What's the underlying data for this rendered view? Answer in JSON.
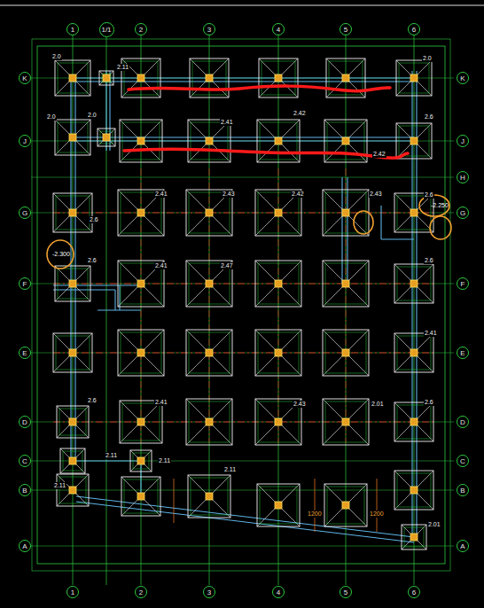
{
  "diagram": {
    "nodes": [
      {
        "text": [
          "1"
        ]
      },
      {
        "text": [
          "1/1"
        ]
      },
      {
        "text": [
          "2"
        ]
      },
      {
        "text": [
          "3"
        ]
      },
      {
        "text": [
          "4"
        ]
      },
      {
        "text": [
          "5"
        ]
      },
      {
        "text": [
          "6"
        ]
      },
      {
        "text": [
          "K"
        ]
      },
      {
        "text": [
          "J"
        ]
      },
      {
        "text": [
          "G"
        ]
      },
      {
        "text": [
          "F"
        ]
      },
      {
        "text": [
          "E"
        ]
      },
      {
        "text": [
          "D"
        ]
      },
      {
        "text": [
          "C"
        ]
      },
      {
        "text": [
          "B"
        ]
      },
      {
        "text": [
          "A"
        ]
      },
      {
        "text": [
          "K"
        ]
      },
      {
        "text": [
          "J"
        ]
      },
      {
        "text": [
          "H"
        ]
      },
      {
        "text": [
          "G"
        ]
      },
      {
        "text": [
          "F"
        ]
      },
      {
        "text": [
          "E"
        ]
      },
      {
        "text": [
          "D"
        ]
      },
      {
        "text": [
          "C"
        ]
      },
      {
        "text": [
          "B"
        ]
      },
      {
        "text": [
          "A"
        ]
      },
      {
        "text": [
          "1"
        ]
      },
      {
        "text": [
          "2"
        ]
      },
      {
        "text": [
          "3"
        ]
      },
      {
        "text": [
          "4"
        ]
      },
      {
        "text": [
          "5"
        ]
      },
      {
        "text": [
          "6"
        ]
      }
    ],
    "labels": [
      "2.0",
      "2.11",
      "2.0",
      "2.0",
      "2.6",
      "2.0",
      "2.41",
      "2.42",
      "2.42",
      "2.6",
      "2.6",
      "2.41",
      "2.43",
      "2.42",
      "2.43",
      "2.41",
      "2.47",
      "2.6",
      "2.41",
      "2.43",
      "2.01",
      "2.6",
      "2.6",
      "2.41",
      "2.6",
      "2.11",
      "2.11",
      "2.11",
      "2.01",
      "2.11",
      "1200",
      "1200",
      "-2.300",
      "-2.250"
    ]
  }
}
